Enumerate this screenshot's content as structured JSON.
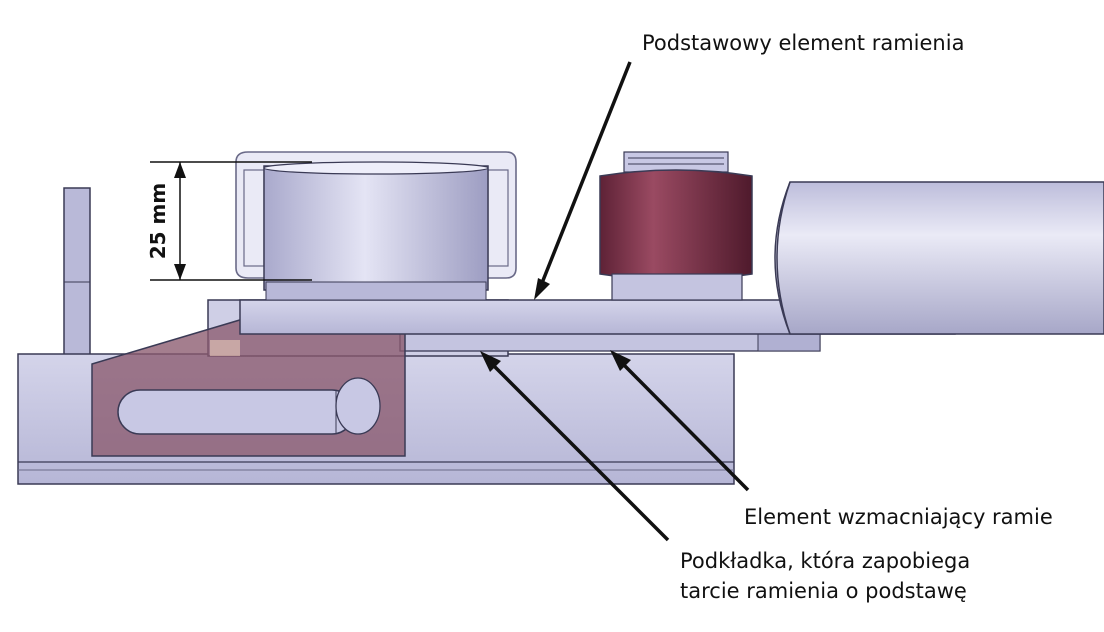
{
  "labels": {
    "base_arm": "Podstawowy element ramienia",
    "reinforcing": "Element wzmacniający ramie",
    "washer_line1": "Podkładka, która zapobiega",
    "washer_line2": "tarcie ramienia o podstawę"
  },
  "dimension": {
    "text": "25 mm"
  },
  "colors": {
    "steel": "#c9c9e3",
    "steel_dark": "#8e8eb0",
    "bronze": "#8b5a6e",
    "roller": "#7a3448",
    "outline": "#3a3a55"
  }
}
